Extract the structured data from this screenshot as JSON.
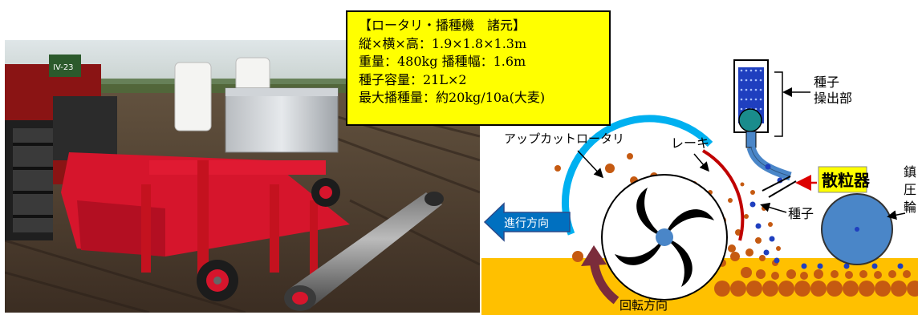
{
  "spec": {
    "title": "【ロータリ・播種機　諸元】",
    "lines": [
      "縦×横×高：1.9×1.8×1.3m",
      "重量：480kg  播種幅：1.6m",
      "種子容量：21L×2",
      "最大播種量：約20kg/10a(大麦)"
    ]
  },
  "diagram": {
    "seed_feeder": "種子\n操出部",
    "rotary": "アップカットロータリ",
    "rake": "レーキ",
    "spreader": "散粒器",
    "press_wheel": "鎮\n圧\n輪",
    "direction": "進行方向",
    "seed": "種子",
    "rotation": "回転方向"
  },
  "colors": {
    "soil": "#ffc000",
    "soil_dots": "#c55a11",
    "feeder_blue": "#1f3fbf",
    "arrow_blue": "#0070c0",
    "rake_red": "#c00000",
    "rotary_arc": "#00b0f0",
    "rotation_arrow": "#7b2c3b",
    "spreader_bg": "#ffff00",
    "spec_bg": "#ffff00",
    "press_wheel": "#4a86c8"
  },
  "photo": {
    "tractor_plate": "IV-23"
  }
}
